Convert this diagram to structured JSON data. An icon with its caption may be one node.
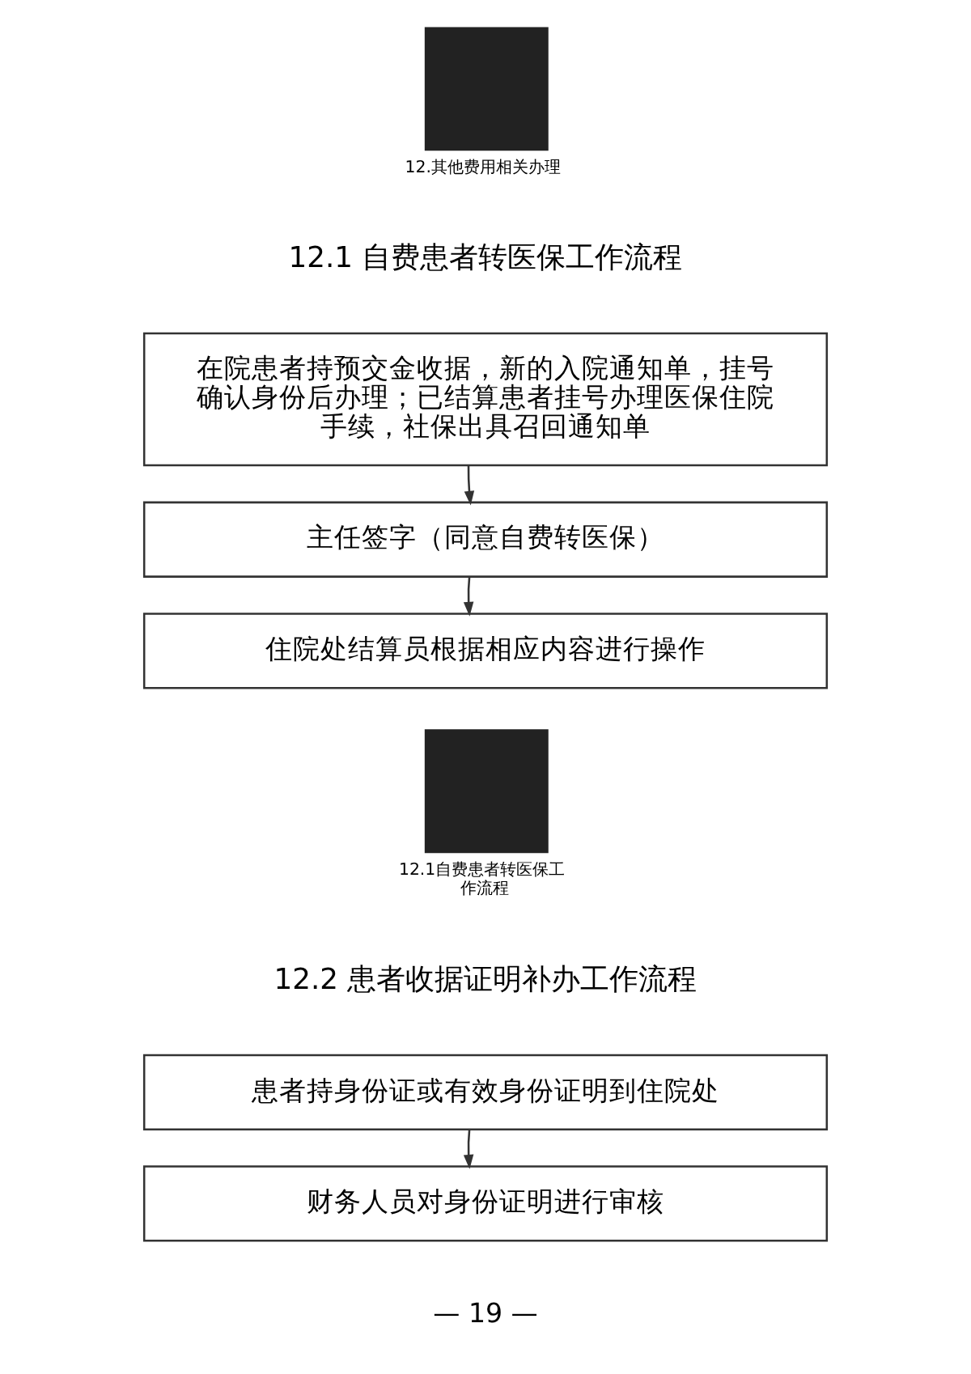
{
  "diagram": {
    "nodes": [
      {
        "text": [
          "12.其他费用相关办理"
        ]
      },
      {
        "text": [
          "在院患者持预交金收据，新的入院通知单，挂号确认身份后办理；已结算患者挂号办理医保住院手续，社保出具召回通知单"
        ]
      },
      {
        "text": [
          "主任签字（同意自费转医保）"
        ]
      },
      {
        "text": [
          "住院处结算员根据相应内容进行操作"
        ]
      },
      {
        "text": [
          "12.1自费患者转医保工作流程"
        ]
      },
      {
        "text": [
          "患者持身份证或有效身份证明到住院处"
        ]
      },
      {
        "text": [
          "财务人员对身份证明进行审核"
        ]
      }
    ],
    "edges": [
      {
        "from": 1,
        "to": 2,
        "arrow": "to"
      },
      {
        "from": 2,
        "to": 3,
        "arrow": "to"
      },
      {
        "from": 5,
        "to": 6,
        "arrow": "to"
      }
    ],
    "labels": [
      "12.1 自费患者转医保工作流程",
      "12.2 患者收据证明补办工作流程",
      "— 19 —"
    ]
  }
}
